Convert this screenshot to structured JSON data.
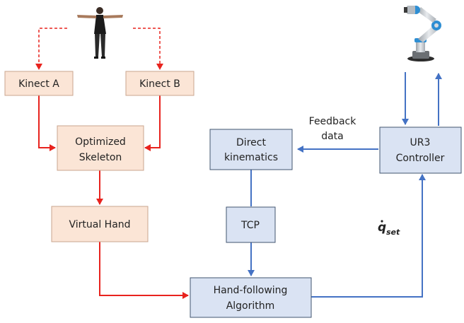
{
  "colors": {
    "human_flow": "#e8231e",
    "robot_flow": "#4472c4",
    "human_box_fill": "#fbe5d6",
    "human_box_stroke": "#c9a58f",
    "robot_box_fill": "#dae3f3",
    "robot_box_stroke": "#42546f"
  },
  "nodes": {
    "kinect_a": "Kinect A",
    "kinect_b": "Kinect B",
    "optimized_skeleton": [
      "Optimized",
      "Skeleton"
    ],
    "virtual_hand": "Virtual Hand",
    "hand_following": [
      "Hand-following",
      "Algorithm"
    ],
    "direct_kinematics": [
      "Direct",
      "kinematics"
    ],
    "tcp": "TCP",
    "ur3_controller": [
      "UR3",
      "Controller"
    ]
  },
  "edge_labels": {
    "feedback": [
      "Feedback",
      "data"
    ],
    "qset_symbol": "q",
    "qset_subscript": "set"
  },
  "icons": {
    "human": "human-figure-t-pose",
    "robot": "ur3-robot-arm"
  }
}
